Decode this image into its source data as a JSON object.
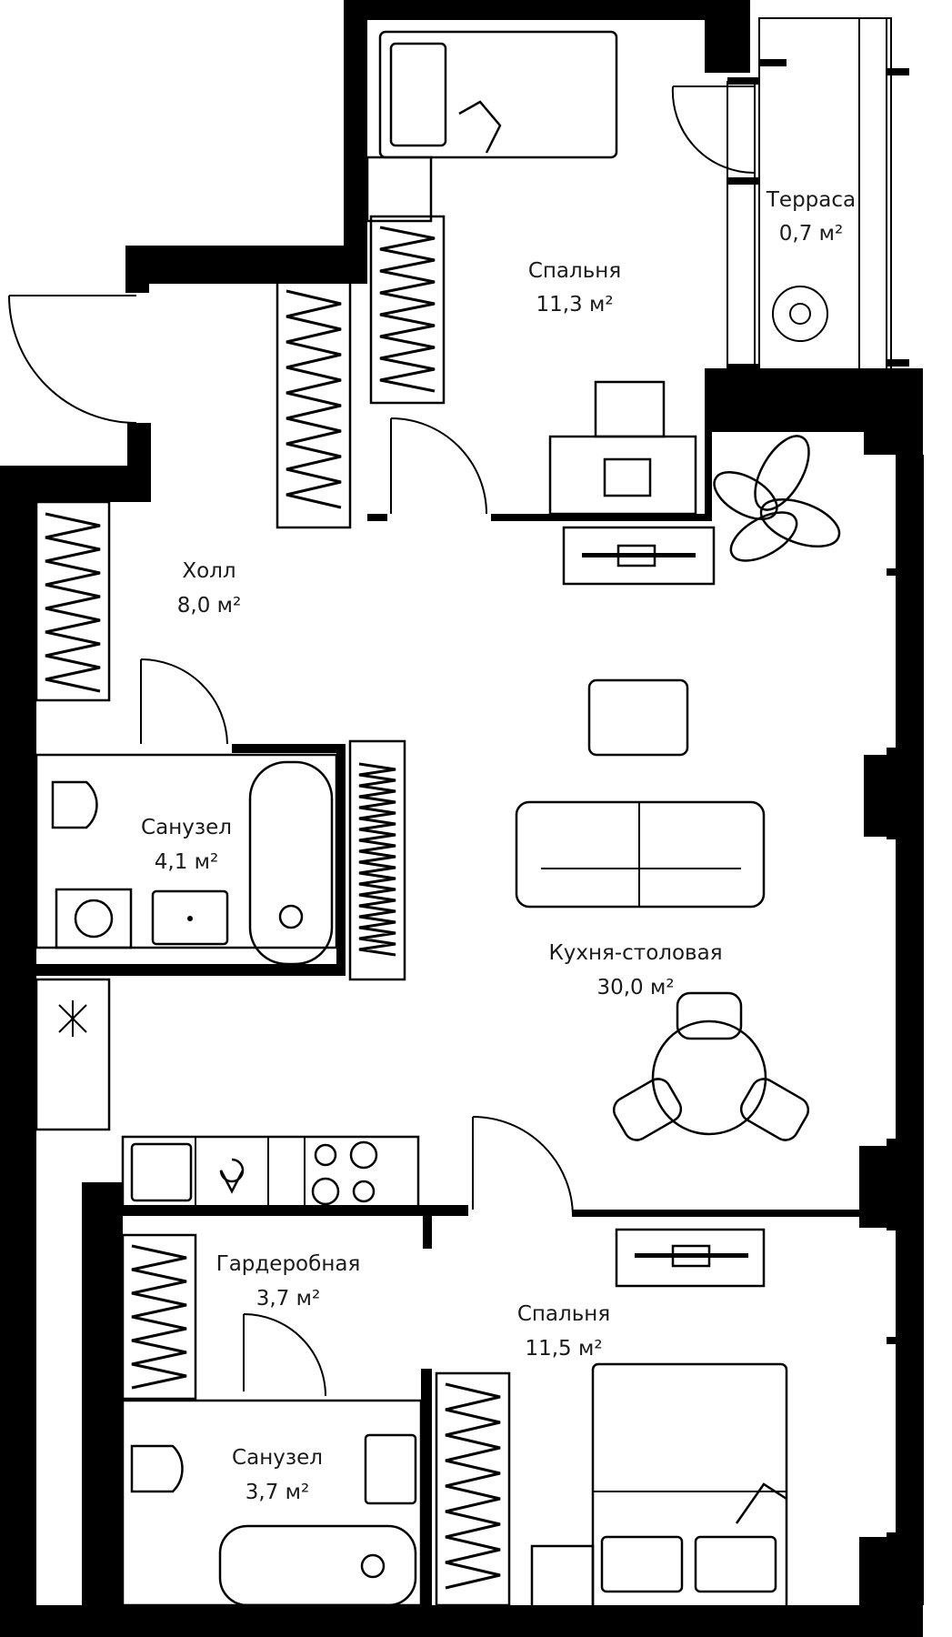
{
  "rooms": [
    {
      "id": "bedroom_top",
      "name": "Спальня",
      "area": "11,3 м²"
    },
    {
      "id": "terrace",
      "name": "Терраса",
      "area": "0,7 м²"
    },
    {
      "id": "hall",
      "name": "Холл",
      "area": "8,0 м²"
    },
    {
      "id": "bathroom_1",
      "name": "Санузел",
      "area": "4,1 м²"
    },
    {
      "id": "kitchen_dining",
      "name": "Кухня-столовая",
      "area": "30,0 м²"
    },
    {
      "id": "wardrobe",
      "name": "Гардеробная",
      "area": "3,7 м²"
    },
    {
      "id": "bedroom_bottom",
      "name": "Спальня",
      "area": "11,5 м²"
    },
    {
      "id": "bathroom_2",
      "name": "Санузел",
      "area": "3,7 м²"
    }
  ],
  "colors": {
    "walls": "#000000",
    "background": "#ffffff",
    "text": "#1a1a1a"
  }
}
